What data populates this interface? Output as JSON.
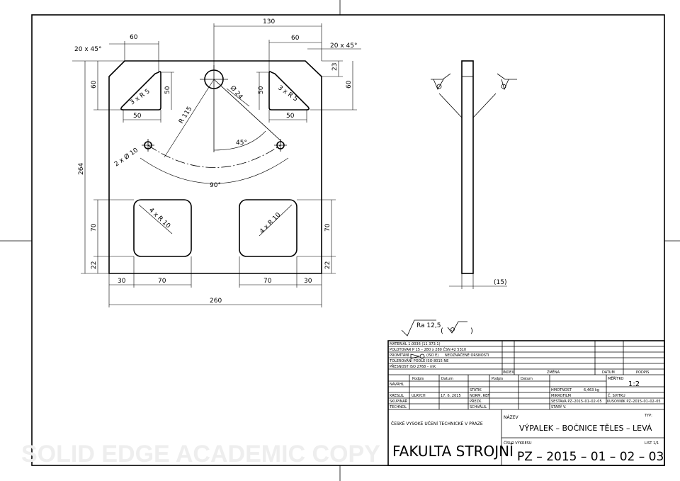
{
  "watermark": "SOLID EDGE ACADEMIC COPY",
  "front_view": {
    "dims": {
      "chamfer_left": "20 x 45°",
      "chamfer_right": "20 x 45°",
      "top_left_60": "60",
      "top_130": "130",
      "top_right_60": "60",
      "right_23": "23",
      "right_60": "60",
      "left_60": "60",
      "left_264": "264",
      "tri_left_50v": "50",
      "tri_left_50h": "50",
      "tri_right_50v": "50",
      "tri_right_50h": "50",
      "tri_left_r": "3 x R 5",
      "tri_right_r": "3 x R 5",
      "hole_d": "Ø 24",
      "arc_r": "R 115",
      "holes_d": "2 x Ø 10",
      "angle_45": "45°",
      "angle_90": "90°",
      "win_left_r": "4 x R 10",
      "win_right_r": "4 x R 10",
      "left_70": "70",
      "left_22": "22",
      "right_70": "70",
      "right_22": "22",
      "bot_30_left": "30",
      "bot_70_left": "70",
      "bot_70_right": "70",
      "bot_30_right": "30",
      "bot_260": "260"
    }
  },
  "side_view": {
    "thickness": "(15)"
  },
  "surface": {
    "roughness": "Ra 12,5",
    "paren_open": "(",
    "paren_close": ")"
  },
  "title_block": {
    "material": "MATERIÁL  1.0036 (11 373.1)",
    "blank": "POLOTOVAR  P 15 – 280 x 280 ČSN 42 5310",
    "projection": "PROMÍTÁNÍ",
    "projection_std": "(ISO E)",
    "sharp_edges": "NEOZNAČENÉ ORSNOSTI",
    "tolerance": "TOLEROVÁNÍ PODLE ISO 8015  NE",
    "accuracy": "PŘESNOST ISO 2768 – mK",
    "rev_index": "INDEX",
    "rev_change": "ZMĚNA",
    "rev_date": "DATUM",
    "rev_sign": "PODPIS",
    "col_sign": "Podpis",
    "col_date": "Datum",
    "col_sign2": "Podpis",
    "col_date2": "Datum",
    "navrhl": "NAVRHL",
    "kreslil": "KRESLIL",
    "kreslil_name": "ULRYCH",
    "kreslil_date": "17. 6. 2015",
    "skupinar": "SKUPINÁŘ",
    "technol": "TECHNOL",
    "statik": "STATIK",
    "norm_ref": "NORM. REF",
    "prezk": "PŘEZK.",
    "schvalil": "SCHVÁLIL",
    "hmotnost": "HMOTNOST",
    "hmotnost_val": "6,463 kg",
    "mikrofilm": "MIKROFILM",
    "sestava": "SESTAVA  PZ–2015–01–02–05",
    "kusovnik": "KUSOVNÍK PZ–2015–01–02–05",
    "stary_v": "STARÝ V.",
    "meritko": "MĚŘÍTKO",
    "scale": "1:2",
    "c_svitku": "Č. SVITKU",
    "school": "ČESKÉ  VYSOKÉ  UČENÍ  TECHNICKÉ  V  PRAZE",
    "faculty": "FAKULTA STROJNÍ",
    "nazev": "NÁZEV",
    "name": "VÝPALEK – BOČNICE TĚLES – LEVÁ",
    "typ": "TYP:",
    "cislo": "ČÍSLO VÝKRESU",
    "list": "LIST 1/1",
    "drawing_number": "PZ – 2015 – 01 – 02 – 03"
  }
}
